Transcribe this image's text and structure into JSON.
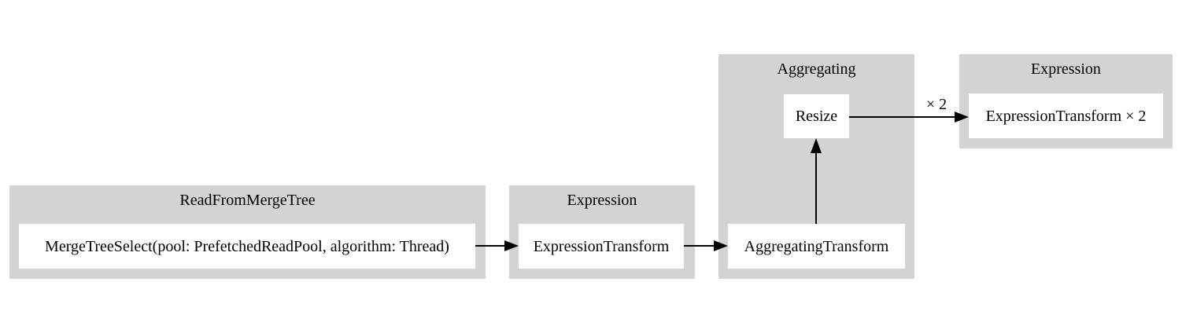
{
  "diagram": {
    "type": "query-pipeline-graph",
    "colors": {
      "background": "#ffffff",
      "cluster_fill": "#d3d3d3",
      "node_fill": "#ffffff",
      "edge": "#000000",
      "text": "#000000"
    },
    "clusters": {
      "read_from_merge_tree": {
        "title": "ReadFromMergeTree",
        "node_label": "MergeTreeSelect(pool: PrefetchedReadPool, algorithm: Thread)"
      },
      "expression_1": {
        "title": "Expression",
        "node_label": "ExpressionTransform"
      },
      "aggregating": {
        "title": "Aggregating",
        "transform_node_label": "AggregatingTransform",
        "resize_node_label": "Resize"
      },
      "expression_2": {
        "title": "Expression",
        "node_label": "ExpressionTransform × 2"
      }
    },
    "edges": {
      "resize_to_expression_label": "× 2"
    }
  }
}
